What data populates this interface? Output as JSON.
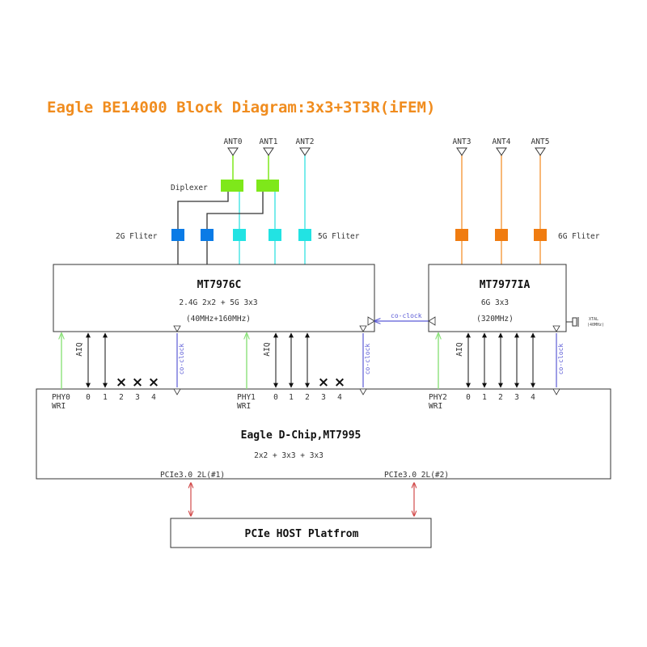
{
  "title": "Eagle BE14000 Block Diagram:3x3+3T3R(iFEM)",
  "antennas": [
    "ANT0",
    "ANT1",
    "ANT2",
    "ANT3",
    "ANT4",
    "ANT5"
  ],
  "labels": {
    "diplexer": "Diplexer",
    "filter_2g": "2G Fliter",
    "filter_5g": "5G Fliter",
    "filter_6g": "6G Fliter"
  },
  "chips": {
    "mt7976c": {
      "name": "MT7976C",
      "line1": "2.4G 2x2 + 5G 3x3",
      "line2": "(40MHz+160MHz)"
    },
    "mt7977ia": {
      "name": "MT7977IA",
      "line1": "6G 3x3",
      "line2": "(320MHz)"
    },
    "dchip": {
      "name": "Eagle D-Chip,MT7995",
      "line1": "2x2 + 3x3 + 3x3"
    },
    "host": {
      "name": "PCIe HOST Platfrom"
    }
  },
  "xtal": {
    "line1": "XTAL",
    "line2": "(40MHz)"
  },
  "co_clock": "co-clock",
  "aiq": "AIQ",
  "phy_groups": [
    {
      "phy": "PHY0",
      "wri": "WRI",
      "indices": [
        "0",
        "1",
        "2",
        "3",
        "4"
      ]
    },
    {
      "phy": "PHY1",
      "wri": "WRI",
      "indices": [
        "0",
        "1",
        "2",
        "3",
        "4"
      ]
    },
    {
      "phy": "PHY2",
      "wri": "WRI",
      "indices": [
        "0",
        "1",
        "2",
        "3",
        "4"
      ]
    }
  ],
  "unused_mark": "×",
  "pcie": [
    "PCIe3.0 2L(#1)",
    "PCIe3.0 2L(#2)"
  ],
  "colors": {
    "title": "#f08c1e",
    "diplexer": "#7ee81a",
    "filter_2g": "#0a7be6",
    "filter_5g": "#22e3e3",
    "filter_6g": "#f07c10",
    "line_6g": "#f5a04a",
    "line_5g": "#4de6e6",
    "wri_green": "#8be27a",
    "co_clock_blue": "#5b5bd6",
    "pcie_red": "#d24b4b"
  }
}
